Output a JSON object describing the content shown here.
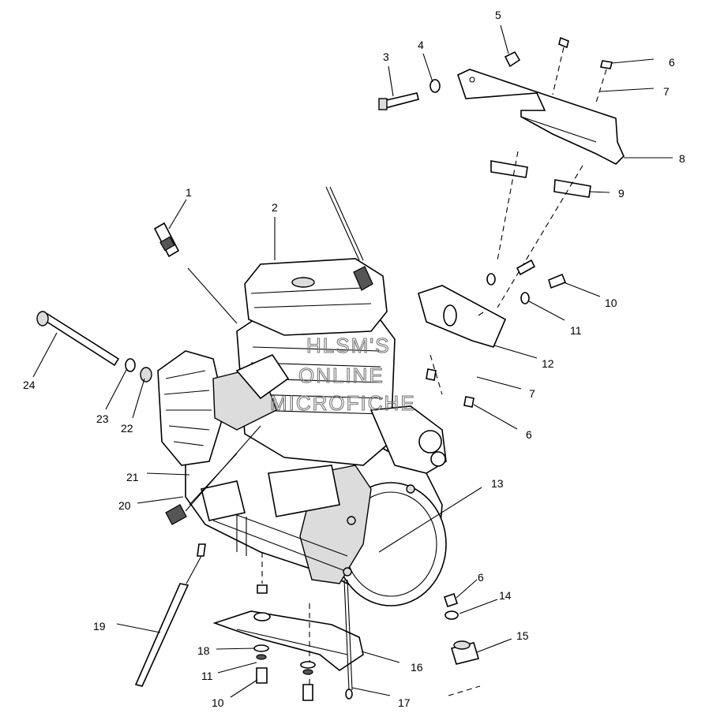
{
  "watermark": [
    "HLSM'S",
    "ONLINE",
    "MICROFICHE"
  ],
  "callouts": [
    "1",
    "2",
    "3",
    "4",
    "5",
    "6",
    "7",
    "8",
    "9",
    "10",
    "11",
    "12",
    "6",
    "7",
    "13",
    "14",
    "15",
    "6",
    "16",
    "17",
    "10",
    "11",
    "18",
    "19",
    "20",
    "21",
    "22",
    "23",
    "24"
  ]
}
